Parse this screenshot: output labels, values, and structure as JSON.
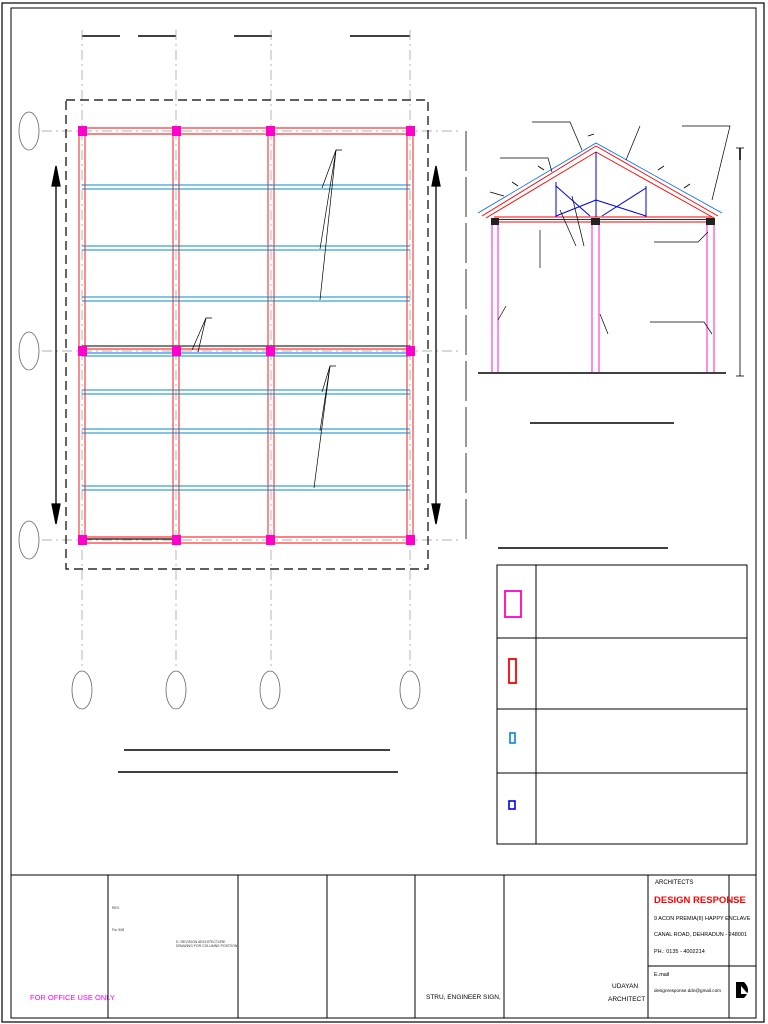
{
  "title_block": {
    "office_use": "FOR OFFICE USE ONLY",
    "rev_label": "REV.",
    "fw_label": "Fw. 508",
    "drawing_desc": "D. REVISION   ARCHITECTURE   DRAWING   FOR COLUMNS POSITION",
    "engineer_sign": "STRU, ENGINEER SIGN,",
    "architect_name": "UDAYAN",
    "architect_role": "ARCHITECT",
    "firm_label": "ARCHITECTS",
    "firm_name": "DESIGN RESPONSE",
    "address_line1": "9 ACON PREMIA(II) HAPPY ENCLAVE",
    "address_line2": "CANAL ROAD, DEHRADUN - 248001",
    "phone": "PH.: 0135 - 4002214",
    "email_label": "E.mail",
    "email": "designresponse.ddn@gmail.com"
  },
  "colors": {
    "column": "#ff00cc",
    "main_beam": "#ff0000",
    "purlin": "#0088cc",
    "truss_member": "#0000ee",
    "firm_name": "#ff0000",
    "office_use": "#ff00ff"
  },
  "legend_icons": [
    "column-icon",
    "main-beam-icon",
    "purlin-icon",
    "truss-member-icon"
  ]
}
